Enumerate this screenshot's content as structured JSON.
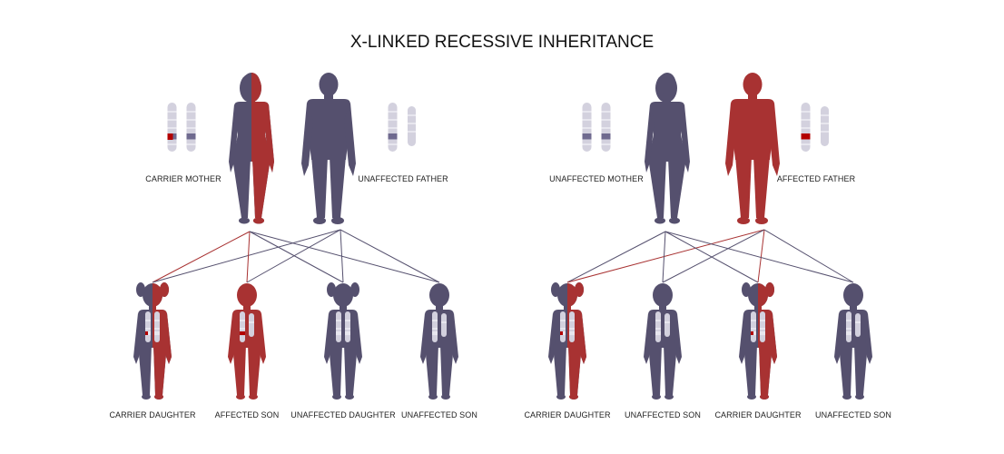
{
  "title": "X-LINKED RECESSIVE INHERITANCE",
  "colors": {
    "unaffected": "#55506e",
    "affected": "#a83232",
    "chromosome": "#d3d1de",
    "chromosome_stripe": "#e7e6ee",
    "normal_band": "#6f6a8f",
    "mutant_band": "#b30000"
  },
  "panels": [
    {
      "mother": {
        "label": "CARRIER MOTHER",
        "status": "carrier"
      },
      "father": {
        "label": "UNAFFECTED FATHER",
        "status": "unaffected"
      },
      "children": [
        {
          "label": "CARRIER DAUGHTER",
          "sex": "female",
          "status": "carrier"
        },
        {
          "label": "AFFECTED SON",
          "sex": "male",
          "status": "affected"
        },
        {
          "label": "UNAFFECTED DAUGHTER",
          "sex": "female",
          "status": "unaffected"
        },
        {
          "label": "UNAFFECTED SON",
          "sex": "male",
          "status": "unaffected"
        }
      ]
    },
    {
      "mother": {
        "label": "UNAFFECTED MOTHER",
        "status": "unaffected"
      },
      "father": {
        "label": "AFFECTED FATHER",
        "status": "affected"
      },
      "children": [
        {
          "label": "CARRIER DAUGHTER",
          "sex": "female",
          "status": "carrier"
        },
        {
          "label": "UNAFFECTED SON",
          "sex": "male",
          "status": "unaffected"
        },
        {
          "label": "CARRIER DAUGHTER",
          "sex": "female",
          "status": "carrier"
        },
        {
          "label": "UNAFFECTED SON",
          "sex": "male",
          "status": "unaffected"
        }
      ]
    }
  ]
}
